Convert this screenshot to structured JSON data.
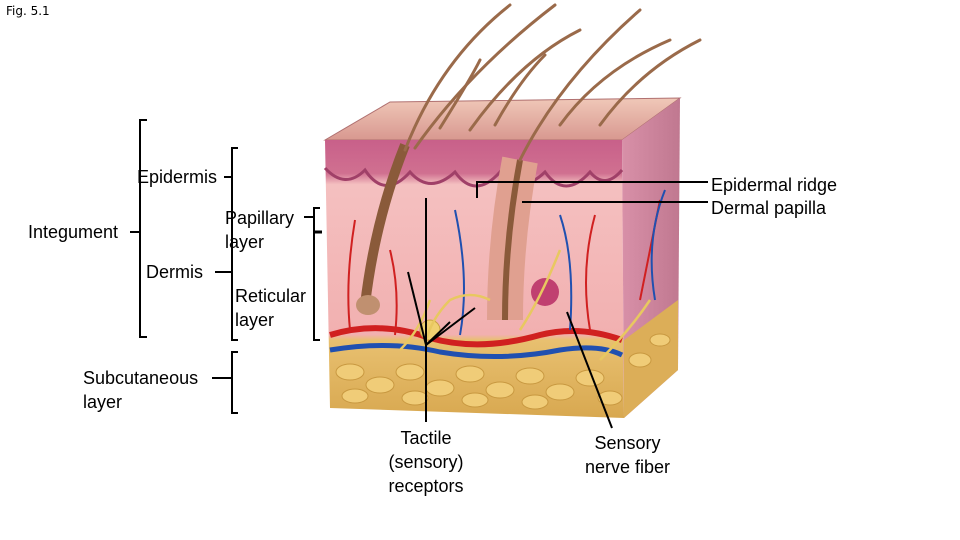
{
  "figure": {
    "label": "Fig. 5.1"
  },
  "labels": {
    "integument": "Integument",
    "epidermis": "Epidermis",
    "dermis": "Dermis",
    "subcutaneous_line1": "Subcutaneous",
    "subcutaneous_line2": "layer",
    "papillary_line1": "Papillary",
    "papillary_line2": "layer",
    "reticular_line1": "Reticular",
    "reticular_line2": "layer",
    "epidermal_ridge": "Epidermal ridge",
    "dermal_papilla": "Dermal papilla",
    "tactile_line1": "Tactile",
    "tactile_line2": "(sensory)",
    "tactile_line3": "receptors",
    "sensory_line1": "Sensory",
    "sensory_line2": "nerve fiber"
  },
  "colors": {
    "epidermis_top": "#e8b8a8",
    "epidermis_band": "#c86a8a",
    "dermis": "#f2b6b6",
    "subcutaneous_fat": "#e8c070",
    "hair": "#9a6a4a",
    "artery": "#d02020",
    "vein": "#2050b0",
    "nerve": "#e8c860"
  }
}
